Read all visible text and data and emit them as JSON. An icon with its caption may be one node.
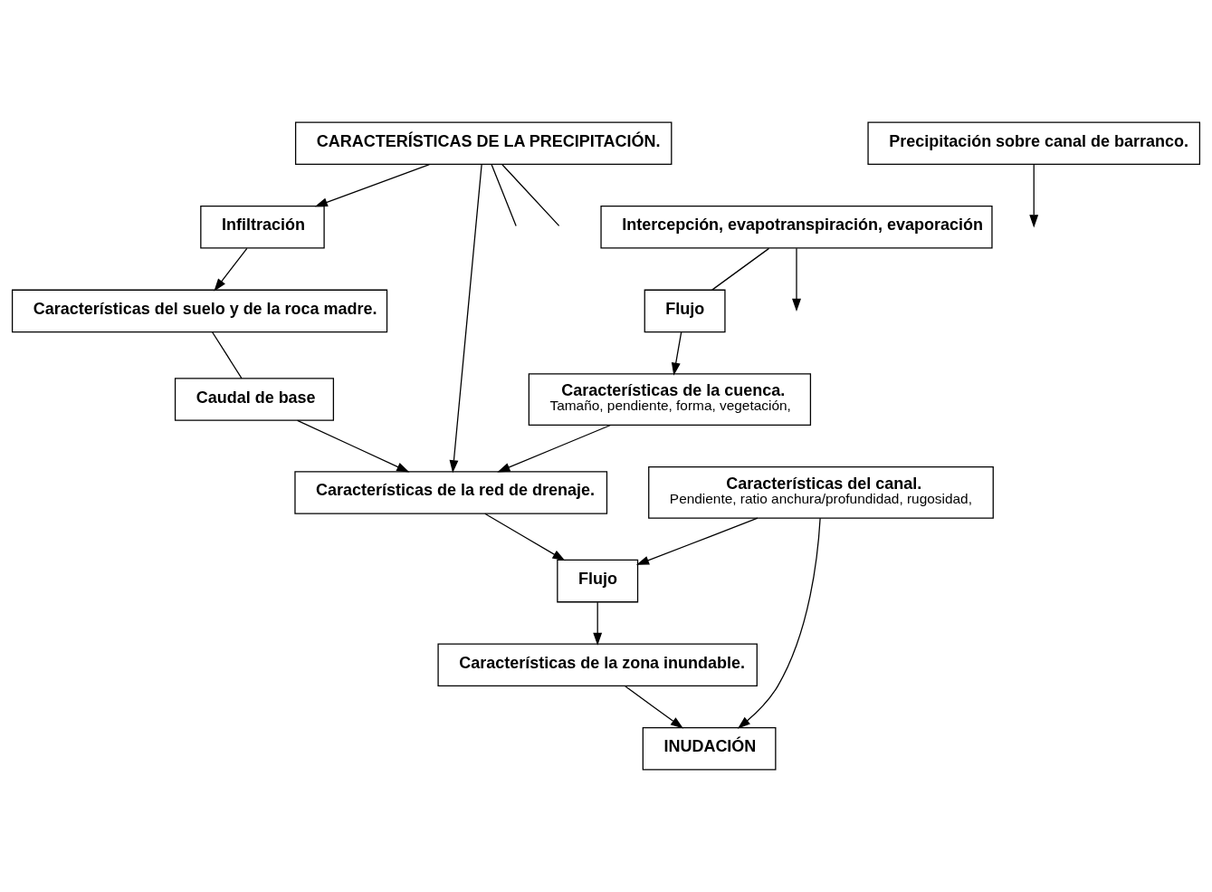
{
  "diagram": {
    "nodes": [
      {
        "text": [
          "CARACTERÍSTICAS DE LA PRECIPITACIÓN."
        ]
      },
      {
        "text": [
          "Intercepción, evapotranspiración, evaporación"
        ]
      },
      {
        "text": [
          "Precipitación sobre canal de barranco."
        ]
      },
      {
        "text": [
          "Infiltración"
        ]
      },
      {
        "text": [
          "Características del suelo y de la roca madre."
        ]
      },
      {
        "text": [
          "Flujo"
        ]
      },
      {
        "text": [
          "Caudal de base"
        ]
      },
      {
        "text": [
          "Características de la cuenca.",
          "Tamaño, pendiente, forma, vegetación,"
        ]
      },
      {
        "text": [
          "Características de la red de drenaje."
        ]
      },
      {
        "text": [
          "Características del canal.",
          "Pendiente, ratio anchura/profundidad, rugosidad,"
        ]
      },
      {
        "text": [
          "Flujo"
        ]
      },
      {
        "text": [
          "INUDACIÓN"
        ]
      },
      {
        "text": [
          "Características de la zona inundable."
        ]
      }
    ],
    "edges": [
      {
        "from": 0,
        "to": null,
        "arrow": "none"
      },
      {
        "from": 0,
        "to": null,
        "arrow": "none"
      },
      {
        "from": 0,
        "to": 3,
        "arrow": "to"
      },
      {
        "from": 0,
        "to": 8,
        "arrow": "to"
      },
      {
        "from": 1,
        "to": null,
        "arrow": "to"
      },
      {
        "from": 2,
        "to": null,
        "arrow": "to"
      },
      {
        "from": 3,
        "to": 4,
        "arrow": "to"
      },
      {
        "from": 1,
        "to": 5,
        "arrow": "none"
      },
      {
        "from": 4,
        "to": 6,
        "arrow": "none"
      },
      {
        "from": 5,
        "to": 7,
        "arrow": "to"
      },
      {
        "from": 7,
        "to": 8,
        "arrow": "to"
      },
      {
        "from": 6,
        "to": 8,
        "arrow": "to"
      },
      {
        "from": 8,
        "to": 10,
        "arrow": "to"
      },
      {
        "from": 9,
        "to": 10,
        "arrow": "to"
      },
      {
        "from": 10,
        "to": 12,
        "arrow": "to"
      },
      {
        "from": 9,
        "to": 11,
        "arrow": "to"
      },
      {
        "from": 12,
        "to": 11,
        "arrow": "to"
      }
    ]
  }
}
